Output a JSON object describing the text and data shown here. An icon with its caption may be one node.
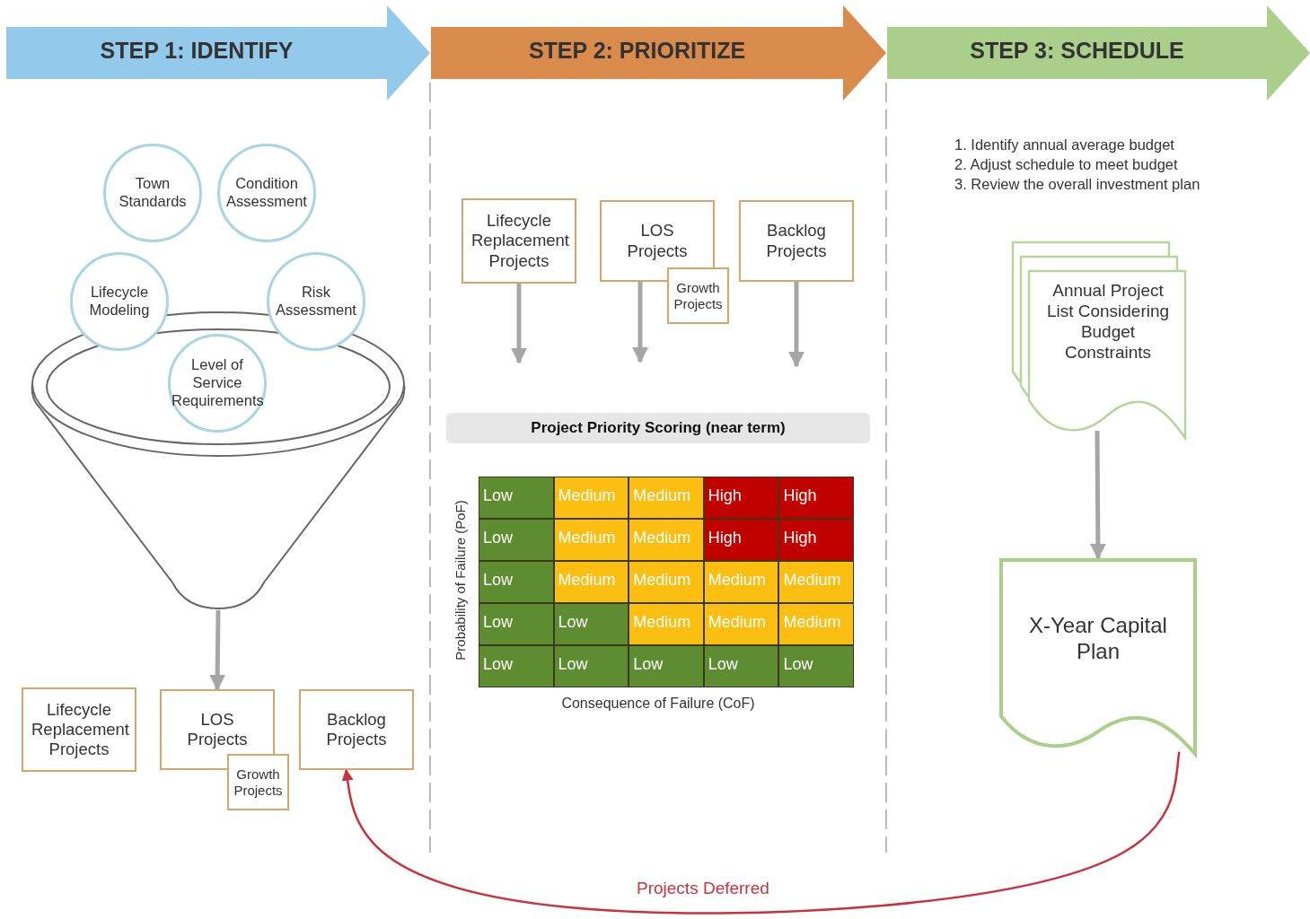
{
  "diagram": {
    "nodes": [
      {
        "text": [
          "STEP 1: IDENTIFY"
        ]
      },
      {
        "text": [
          "STEP 2: PRIORITIZE"
        ]
      },
      {
        "text": [
          "STEP 3: SCHEDULE"
        ]
      },
      {
        "text": [
          "Town Standards"
        ]
      },
      {
        "text": [
          "Condition Assessment"
        ]
      },
      {
        "text": [
          "Lifecycle Modeling"
        ]
      },
      {
        "text": [
          "Risk Assessment"
        ]
      },
      {
        "text": [
          "Level of Service Requirements"
        ]
      },
      {
        "text": [],
        "shape": "funnel"
      },
      {
        "text": [
          "Lifecycle Replacement Projects"
        ]
      },
      {
        "text": [
          "LOS Projects"
        ]
      },
      {
        "text": [
          "Growth Projects"
        ]
      },
      {
        "text": [
          "Backlog Projects"
        ]
      },
      {
        "text": [
          "Lifecycle Replacement Projects"
        ]
      },
      {
        "text": [
          "LOS Projects"
        ]
      },
      {
        "text": [
          "Growth Projects"
        ]
      },
      {
        "text": [
          "Backlog Projects"
        ]
      },
      {
        "text": [
          "Project Priority Scoring (near term)"
        ]
      },
      {
        "text": [
          "Annual Project List Considering Budget Constraints"
        ]
      },
      {
        "text": [
          "X-Year Capital Plan"
        ]
      }
    ],
    "edges": [
      {
        "from": 8,
        "to": 10,
        "arrow": "to"
      },
      {
        "from": 13,
        "to": null,
        "arrow": "to"
      },
      {
        "from": 14,
        "to": null,
        "arrow": "to"
      },
      {
        "from": 16,
        "to": null,
        "arrow": "to"
      },
      {
        "from": 18,
        "to": 19,
        "arrow": "to"
      },
      {
        "from": 19,
        "to": 12,
        "arrow": "to",
        "label": "Projects Deferred",
        "color": "#c8323c"
      }
    ],
    "labels": [
      "1. Identify annual average budget",
      "2. Adjust schedule to meet budget",
      "3. Review the overall investment plan",
      "Probability of Failure (PoF)",
      "Low",
      "Medium",
      "Medium",
      "High",
      "High",
      "Low",
      "Medium",
      "Medium",
      "High",
      "High",
      "Low",
      "Medium",
      "Medium",
      "Medium",
      "Medium",
      "Low",
      "Low",
      "Medium",
      "Medium",
      "Medium",
      "Low",
      "Low",
      "Low",
      "Low",
      "Low",
      "Consequence of Failure (CoF)"
    ]
  }
}
